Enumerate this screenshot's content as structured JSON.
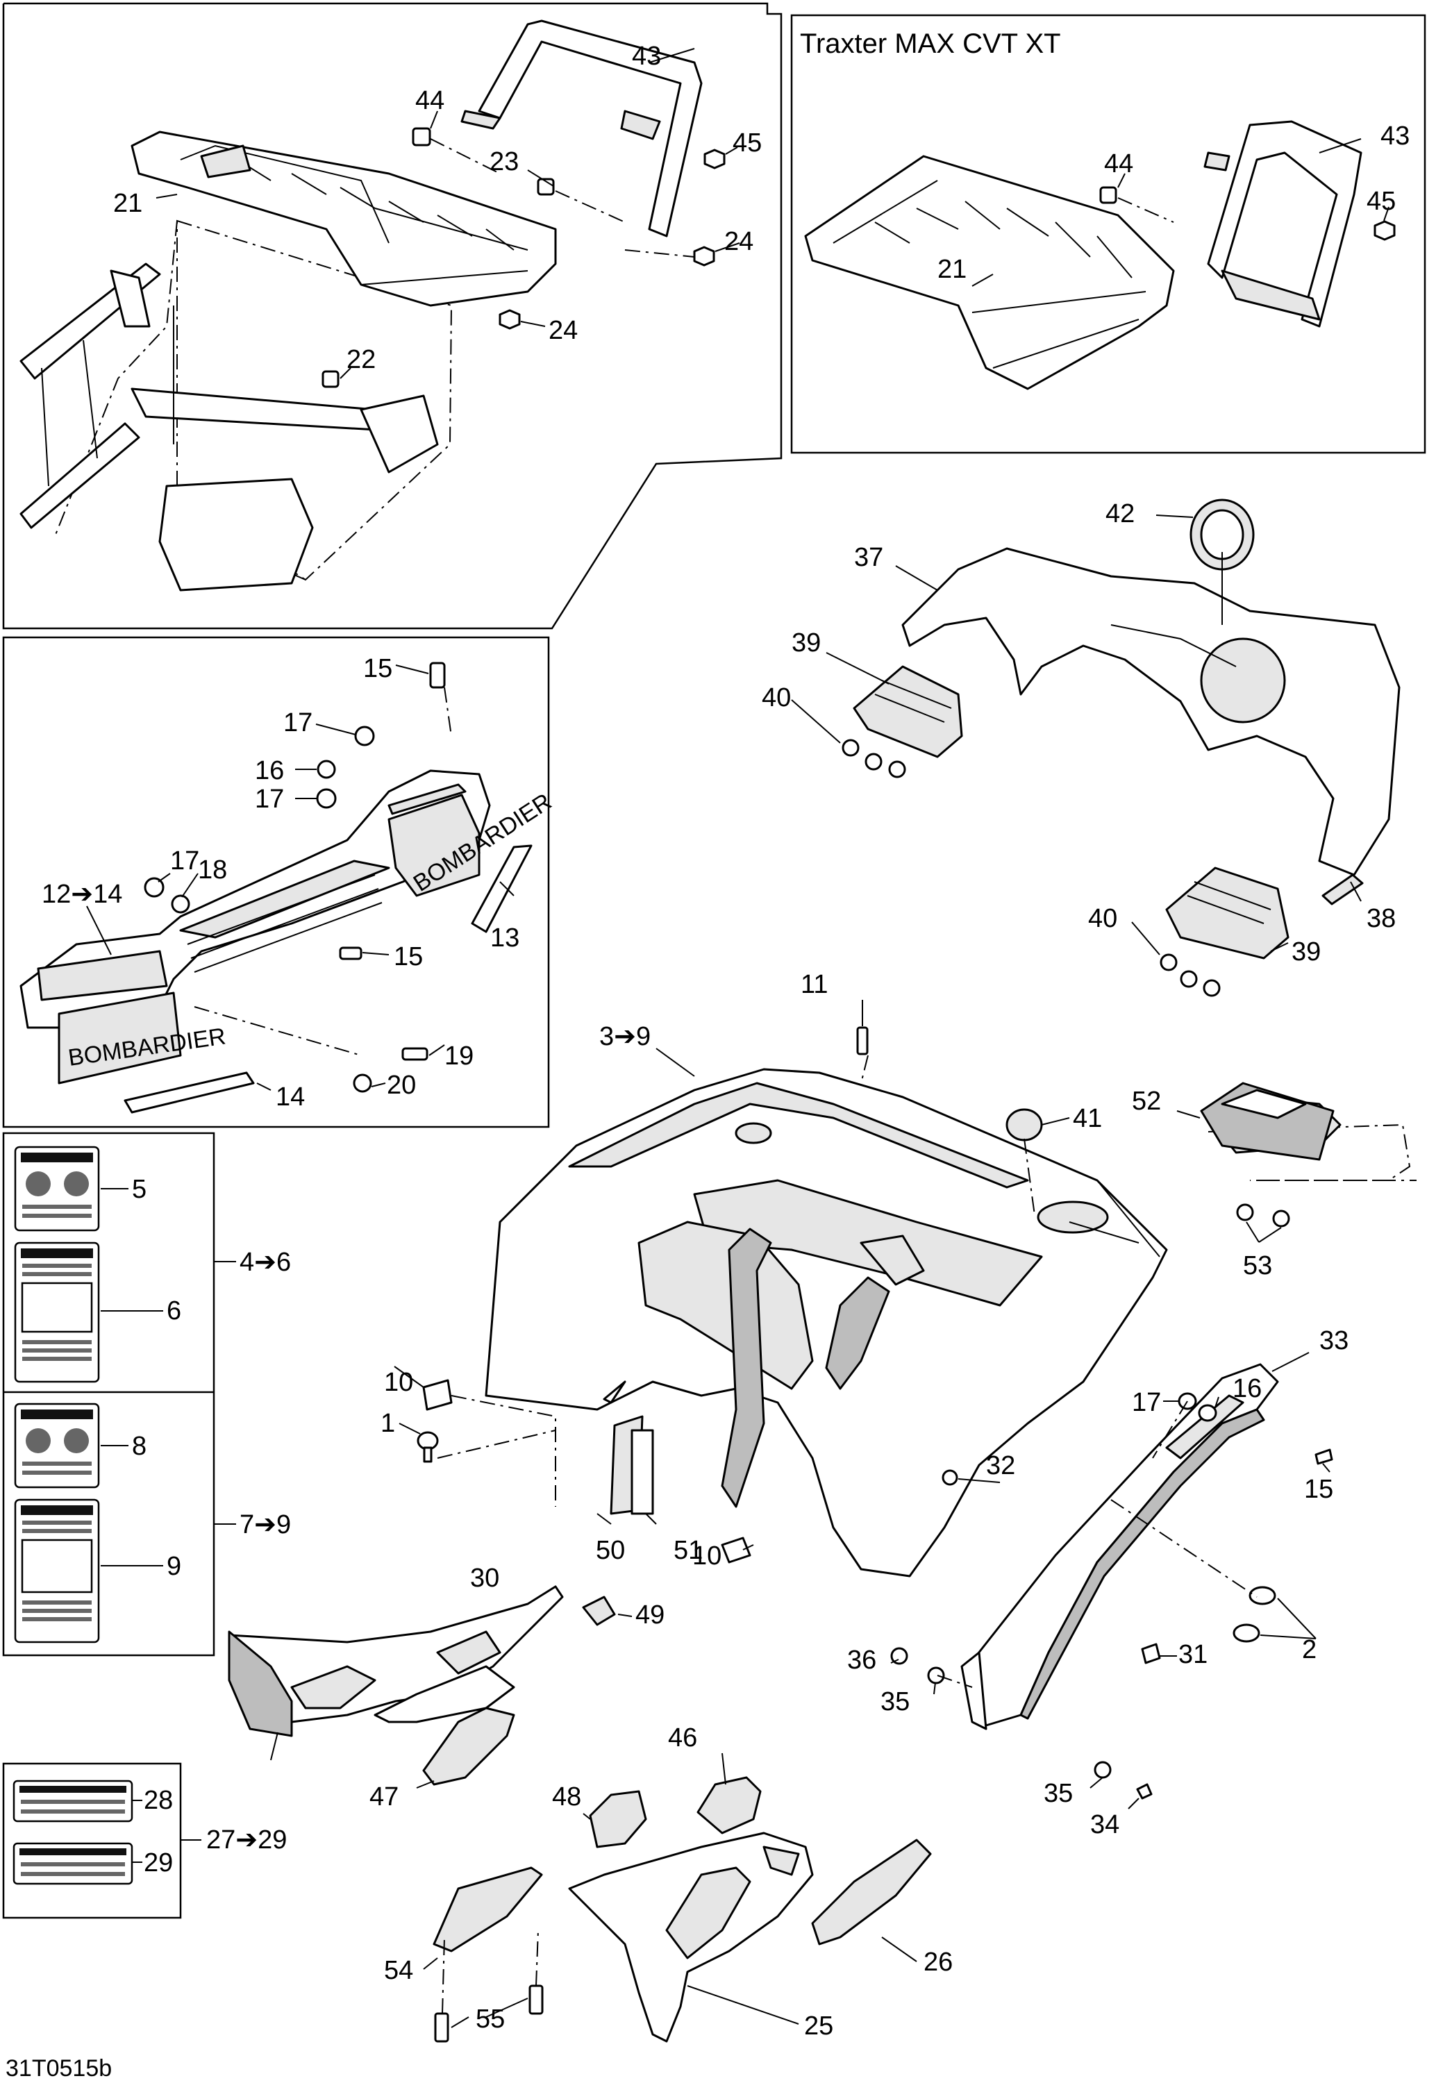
{
  "diagram": {
    "inset_title": "Traxter MAX CVT XT",
    "figure_code": "31T0515b",
    "callouts": {
      "c43a": "43",
      "c44a": "44",
      "c45a": "45",
      "c23": "23",
      "c21a": "21",
      "c24a": "24",
      "c24b": "24",
      "c22": "22",
      "c43b": "43",
      "c44b": "44",
      "c45b": "45",
      "c21b": "21",
      "c42": "42",
      "c37": "37",
      "c39a": "39",
      "c40a": "40",
      "c40b": "40",
      "c39b": "39",
      "c38": "38",
      "c15a": "15",
      "c17a": "17",
      "c16a": "16",
      "c17b": "17",
      "c17c": "17",
      "c18": "18",
      "c12": "12➔14",
      "c13": "13",
      "c15b": "15",
      "c19": "19",
      "c20": "20",
      "c14": "14",
      "c5": "5",
      "c46r": "4➔6",
      "c6": "6",
      "c8": "8",
      "c79": "7➔9",
      "c9": "9",
      "c28": "28",
      "c2729": "27➔29",
      "c29": "29",
      "c39r": "3➔9",
      "c11": "11",
      "c41": "41",
      "c52": "52",
      "c53": "53",
      "c33": "33",
      "c16b": "16",
      "c17d": "17",
      "c15c": "15",
      "c10a": "10",
      "c1": "1",
      "c32": "32",
      "c50": "50",
      "c51": "51",
      "c10b": "10",
      "c2": "2",
      "c31": "31",
      "c30": "30",
      "c49": "49",
      "c36": "36",
      "c35a": "35",
      "c47": "47",
      "c46": "46",
      "c48": "48",
      "c35b": "35",
      "c34": "34",
      "c54": "54",
      "c26": "26",
      "c55": "55",
      "c25": "25"
    }
  }
}
